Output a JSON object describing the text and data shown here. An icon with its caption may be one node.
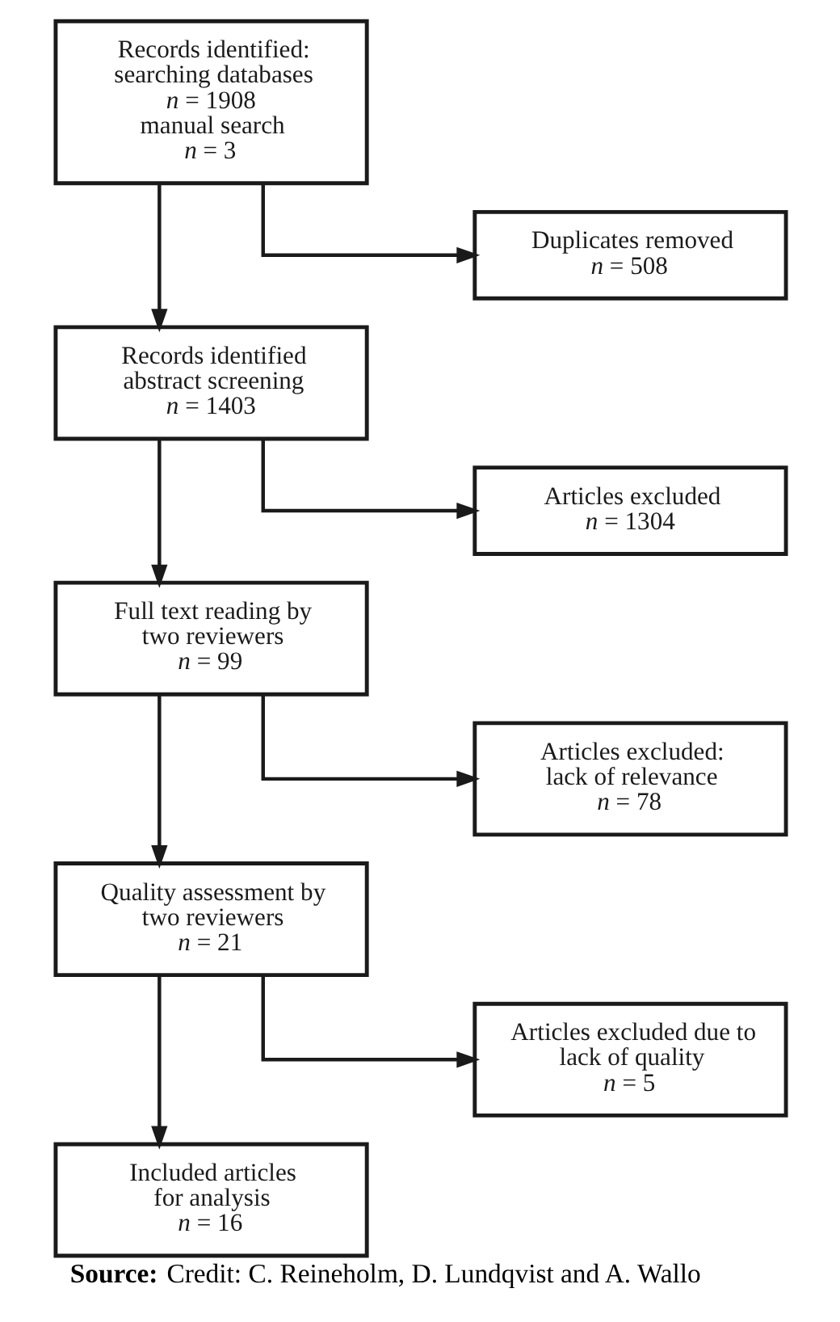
{
  "diagram": {
    "caption": "**Source:** Credit: C. Reineholm, D. Lundqvist and A. Wallo",
    "nodes": [
      {
        "text": [
          "Records identified:",
          "searching databases",
          "*n* = 1908",
          "manual search",
          "*n* = 3"
        ]
      },
      {
        "text": [
          "Duplicates removed",
          "*n* = 508"
        ]
      },
      {
        "text": [
          "Records identified",
          "abstract screening",
          "*n* = 1403"
        ]
      },
      {
        "text": [
          "Articles excluded",
          "*n* = 1304"
        ]
      },
      {
        "text": [
          "Full text reading by",
          "two reviewers",
          "*n* = 99"
        ]
      },
      {
        "text": [
          "Articles excluded:",
          "lack of relevance",
          "*n* = 78"
        ]
      },
      {
        "text": [
          "Quality assessment by",
          "two reviewers",
          "*n* = 21"
        ]
      },
      {
        "text": [
          "Articles excluded due to",
          "lack of quality",
          "*n* = 5"
        ]
      },
      {
        "text": [
          "Included articles",
          "for analysis",
          "*n* = 16"
        ]
      }
    ],
    "edges": [
      {
        "from": 0,
        "to": 2,
        "arrow": "to"
      },
      {
        "from": 0,
        "to": 1,
        "arrow": "to"
      },
      {
        "from": 2,
        "to": 4,
        "arrow": "to"
      },
      {
        "from": 2,
        "to": 3,
        "arrow": "to"
      },
      {
        "from": 4,
        "to": 6,
        "arrow": "to"
      },
      {
        "from": 4,
        "to": 5,
        "arrow": "to"
      },
      {
        "from": 6,
        "to": 8,
        "arrow": "to"
      },
      {
        "from": 6,
        "to": 7,
        "arrow": "to"
      }
    ]
  }
}
